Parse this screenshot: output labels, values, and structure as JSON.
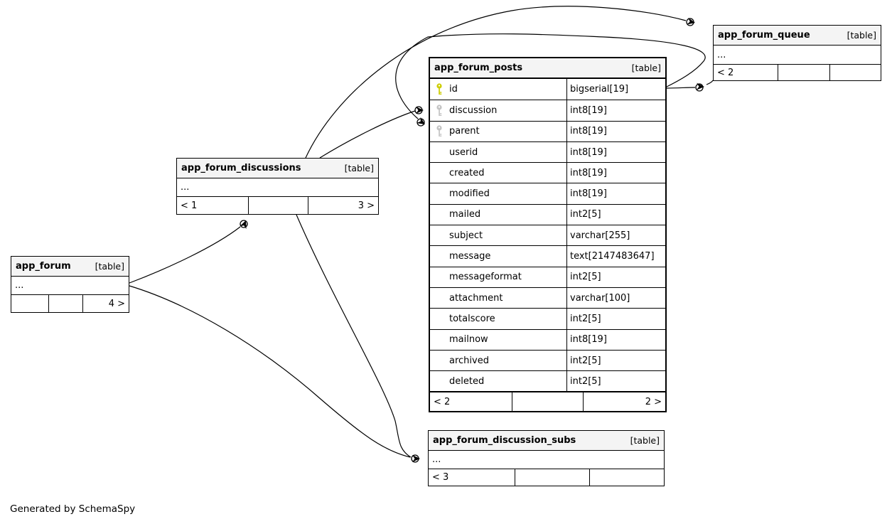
{
  "page": {
    "footer_note": "Generated by SchemaSpy",
    "background": "#ffffff",
    "line_color": "#000000",
    "header_bg": "#f4f4f4"
  },
  "icons": {
    "primary_key_color": "#cdcd00",
    "foreign_key_color": "#c4c4c4"
  },
  "tables": {
    "app_forum_posts": {
      "name": "app_forum_posts",
      "tag": "[table]",
      "columns": [
        {
          "icon": "primary-key-icon",
          "name": "id",
          "type": "bigserial[19]"
        },
        {
          "icon": "foreign-key-icon",
          "name": "discussion",
          "type": "int8[19]"
        },
        {
          "icon": "foreign-key-icon",
          "name": "parent",
          "type": "int8[19]"
        },
        {
          "icon": "",
          "name": "userid",
          "type": "int8[19]"
        },
        {
          "icon": "",
          "name": "created",
          "type": "int8[19]"
        },
        {
          "icon": "",
          "name": "modified",
          "type": "int8[19]"
        },
        {
          "icon": "",
          "name": "mailed",
          "type": "int2[5]"
        },
        {
          "icon": "",
          "name": "subject",
          "type": "varchar[255]"
        },
        {
          "icon": "",
          "name": "message",
          "type": "text[2147483647]"
        },
        {
          "icon": "",
          "name": "messageformat",
          "type": "int2[5]"
        },
        {
          "icon": "",
          "name": "attachment",
          "type": "varchar[100]"
        },
        {
          "icon": "",
          "name": "totalscore",
          "type": "int2[5]"
        },
        {
          "icon": "",
          "name": "mailnow",
          "type": "int8[19]"
        },
        {
          "icon": "",
          "name": "archived",
          "type": "int2[5]"
        },
        {
          "icon": "",
          "name": "deleted",
          "type": "int2[5]"
        }
      ],
      "footer": [
        "< 2",
        "",
        "2 >"
      ]
    },
    "app_forum_queue": {
      "name": "app_forum_queue",
      "tag": "[table]",
      "ellipsis": "...",
      "footer": [
        "< 2",
        "",
        ""
      ]
    },
    "app_forum_discussions": {
      "name": "app_forum_discussions",
      "tag": "[table]",
      "ellipsis": "...",
      "footer": [
        "< 1",
        "",
        "3 >"
      ]
    },
    "app_forum": {
      "name": "app_forum",
      "tag": "[table]",
      "ellipsis": "...",
      "footer": [
        "",
        "",
        "4 >"
      ]
    },
    "app_forum_discussion_subs": {
      "name": "app_forum_discussion_subs",
      "tag": "[table]",
      "ellipsis": "...",
      "footer": [
        "< 3",
        "",
        ""
      ]
    }
  },
  "relationships": [
    {
      "child": "app_forum_posts.discussion",
      "parent": "app_forum_discussions"
    },
    {
      "child": "app_forum_posts.parent",
      "parent": "app_forum_posts.id"
    },
    {
      "child": "app_forum_queue",
      "parent": "app_forum_discussions"
    },
    {
      "child": "app_forum_queue",
      "parent": "app_forum_posts.id"
    },
    {
      "child": "app_forum_discussions",
      "parent": "app_forum"
    },
    {
      "child": "app_forum_discussion_subs",
      "parent": "app_forum"
    },
    {
      "child": "app_forum_discussion_subs",
      "parent": "app_forum_discussions"
    }
  ]
}
